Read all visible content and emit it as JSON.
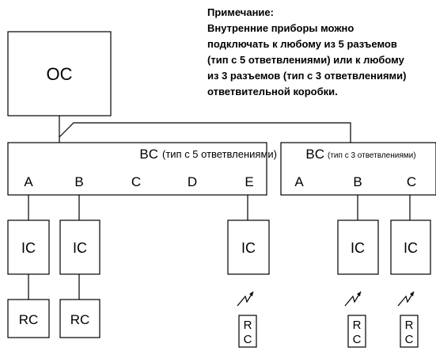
{
  "note": {
    "lines": [
      "Примечание:",
      "Внутренние приборы можно",
      "подключать к любому из 5 разъемов",
      "(тип с 5 ответвлениями) или к любому",
      "из 3 разъемов (тип с 3 ответвлениями)",
      "ответвительной коробки."
    ]
  },
  "oc": {
    "label": "OC"
  },
  "bc5": {
    "code": "BC",
    "type": "(тип с 5 ответвлениями)",
    "ports": [
      "A",
      "B",
      "C",
      "D",
      "E"
    ]
  },
  "bc3": {
    "code": "BC",
    "type": "(тип с 3 ответвлениями)",
    "ports": [
      "A",
      "B",
      "C"
    ]
  },
  "units": {
    "ic": "IC",
    "rc": "RC",
    "rc_top": "R",
    "rc_bottom": "C"
  }
}
